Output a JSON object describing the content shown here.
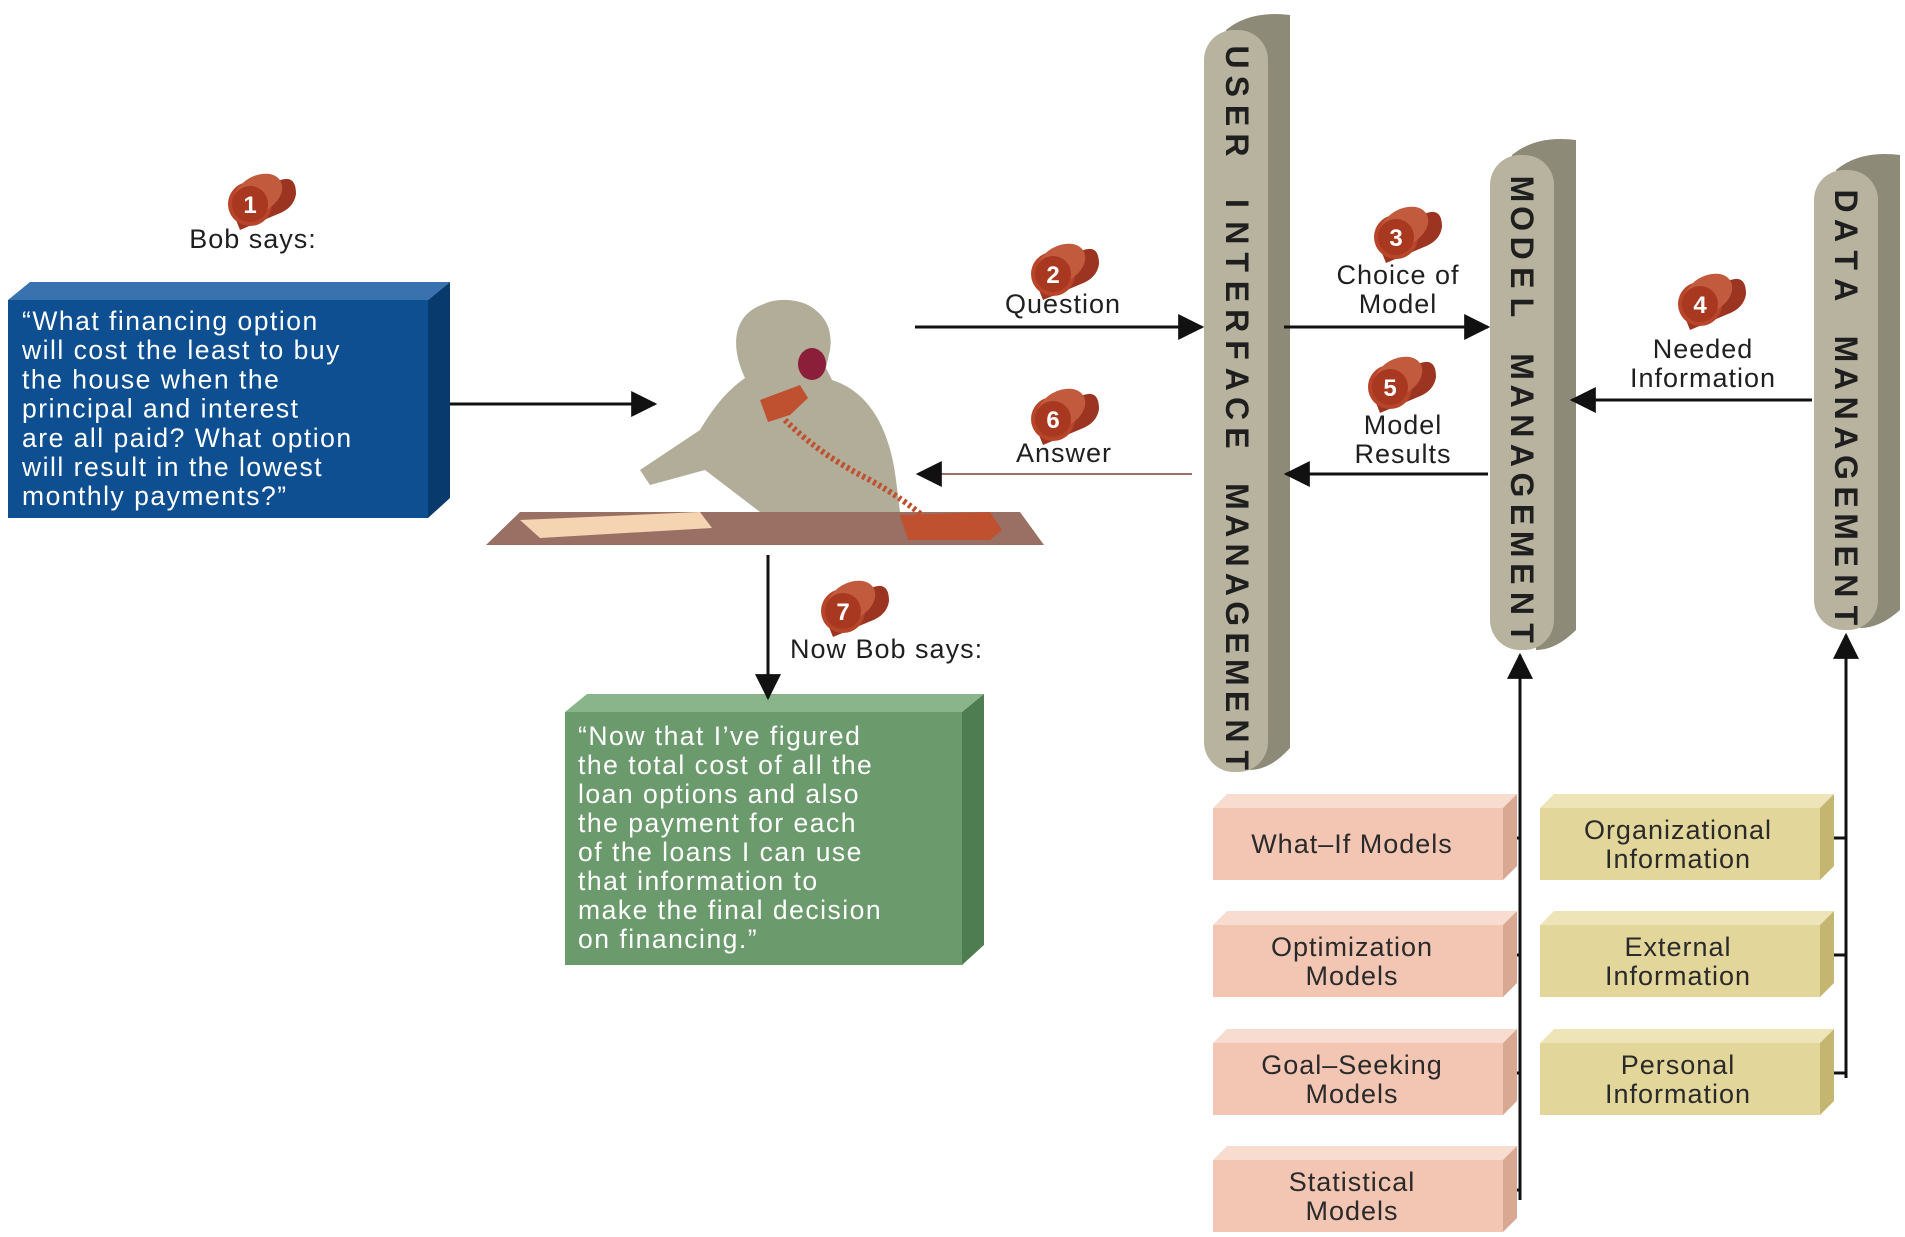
{
  "labels": {
    "bob_says": "Bob says:",
    "now_bob_says": "Now Bob says:",
    "question": "Question",
    "answer": "Answer",
    "choice_of_model": [
      "Choice of",
      "Model"
    ],
    "model_results": [
      "Model",
      "Results"
    ],
    "needed_information": [
      "Needed",
      "Information"
    ]
  },
  "quotes": {
    "initial": [
      "“What financing option",
      "will cost the least to buy",
      "the house when the",
      "principal and interest",
      "are all paid? What option",
      "will result in the lowest",
      "monthly payments?”"
    ],
    "final": [
      "“Now that I’ve figured",
      "the total cost of all the",
      "loan options and also",
      "the payment for each",
      "of the loans I can use",
      "that information to",
      "make the final decision",
      "on financing.”"
    ]
  },
  "steps": [
    "1",
    "2",
    "3",
    "4",
    "5",
    "6",
    "7"
  ],
  "pillars": {
    "user_interface": [
      "U",
      "S",
      "E",
      "R",
      "",
      "I",
      "N",
      "T",
      "E",
      "R",
      "F",
      "A",
      "C",
      "E",
      "",
      "M",
      "A",
      "N",
      "A",
      "G",
      "E",
      "M",
      "E",
      "N",
      "T"
    ],
    "model_management": [
      "M",
      "O",
      "D",
      "E",
      "L",
      "",
      "M",
      "A",
      "N",
      "A",
      "G",
      "E",
      "M",
      "E",
      "N",
      "T"
    ],
    "data_management": [
      "D",
      "A",
      "T",
      "A",
      "",
      "M",
      "A",
      "N",
      "A",
      "G",
      "E",
      "M",
      "E",
      "N",
      "T"
    ]
  },
  "model_boxes": [
    [
      "What–If Models"
    ],
    [
      "Optimization",
      "Models"
    ],
    [
      "Goal–Seeking",
      "Models"
    ],
    [
      "Statistical",
      "Models"
    ]
  ],
  "info_boxes": [
    [
      "Organizational",
      "Information"
    ],
    [
      "External",
      "Information"
    ],
    [
      "Personal",
      "Information"
    ]
  ],
  "colors": {
    "quote_box_blue": "#0d4f91",
    "quote_box_green": "#6b9a6c",
    "pillar": "#b8b39e",
    "model_box": "#f3c6b4",
    "info_box": "#e3d69a",
    "step_marker": "#b8442a",
    "person": "#b2ad98",
    "desk": "#9a6f64",
    "phone": "#bf5030"
  }
}
